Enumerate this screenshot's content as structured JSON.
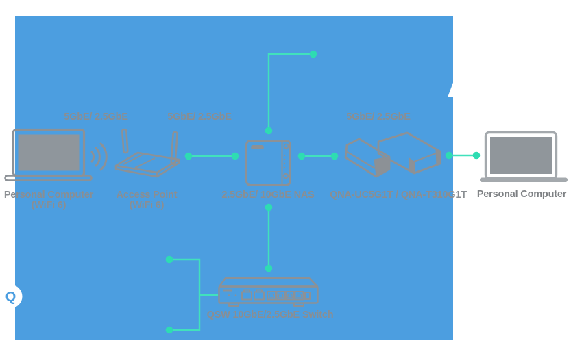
{
  "panel": {
    "background_color": "#4c9ee0"
  },
  "colors": {
    "connector_teal": "#41e1bc",
    "connector_dot_teal": "#2edcb2",
    "device_gray": "#8c9196",
    "screen_fill_gray": "#8f969c",
    "label_gray_on_blue": "#8a8e92",
    "label_gray_on_white": "#7e8184",
    "badge_blue": "#4c9ee0"
  },
  "speed_labels": {
    "left": "5GbE/ 2.5GbE",
    "middle": "5GbE/ 2.5GbE",
    "right": "5GbE/ 2.5GbE"
  },
  "devices": {
    "pc_left": {
      "name": "Personal Computer",
      "sub": "(WiFi 6)"
    },
    "access_point": {
      "name": "Access Point",
      "sub": "(WiFi 6)"
    },
    "nas": {
      "name": "2.5GbE/ 10GbE NAS"
    },
    "adapters": {
      "name": "QNA-UC5G1T / QNA-T310G1T"
    },
    "pc_right": {
      "name": "Personal Computer"
    },
    "switch": {
      "name": "QSW 10GbE/2.5GbE Switch"
    }
  },
  "badge": {
    "letter": "Q"
  }
}
